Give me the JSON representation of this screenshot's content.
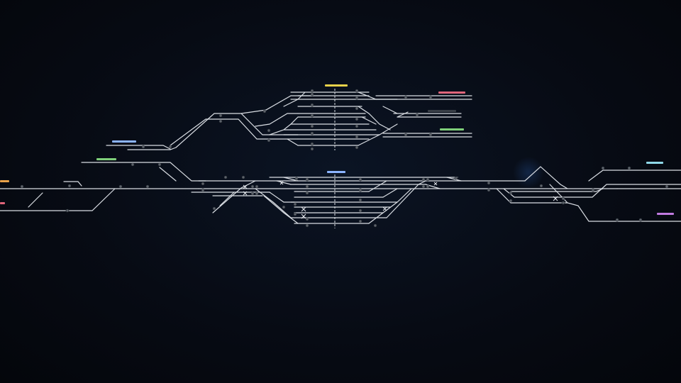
{
  "colors": {
    "background": "#070b14",
    "track": "#d9dde3",
    "signal": "#5d636b",
    "tag_yellow": "#e8d24a",
    "tag_red": "#e0657a",
    "tag_green": "#7fd07a",
    "tag_blue": "#8cb4ff",
    "tag_cyan": "#8fd8e8",
    "tag_purple": "#c07ae0",
    "tag_orange": "#e8a24a"
  },
  "tags": [
    {
      "name": "station-tag-north",
      "color": "#e8d24a"
    },
    {
      "name": "line-tag-northeast-1",
      "color": "#e0657a"
    },
    {
      "name": "line-tag-northeast-2",
      "color": "#8c939c"
    },
    {
      "name": "line-tag-east-green",
      "color": "#7fd07a"
    },
    {
      "name": "line-tag-west-blue",
      "color": "#8cb4ff"
    },
    {
      "name": "line-tag-west-green",
      "color": "#7fd07a"
    },
    {
      "name": "station-tag-central",
      "color": "#8cb4ff"
    },
    {
      "name": "line-tag-far-east-cyan",
      "color": "#8fd8e8"
    },
    {
      "name": "line-tag-far-east-purple",
      "color": "#c07ae0"
    },
    {
      "name": "line-tag-far-west-orange",
      "color": "#e8a24a"
    },
    {
      "name": "line-tag-far-west-red",
      "color": "#e0657a"
    }
  ]
}
